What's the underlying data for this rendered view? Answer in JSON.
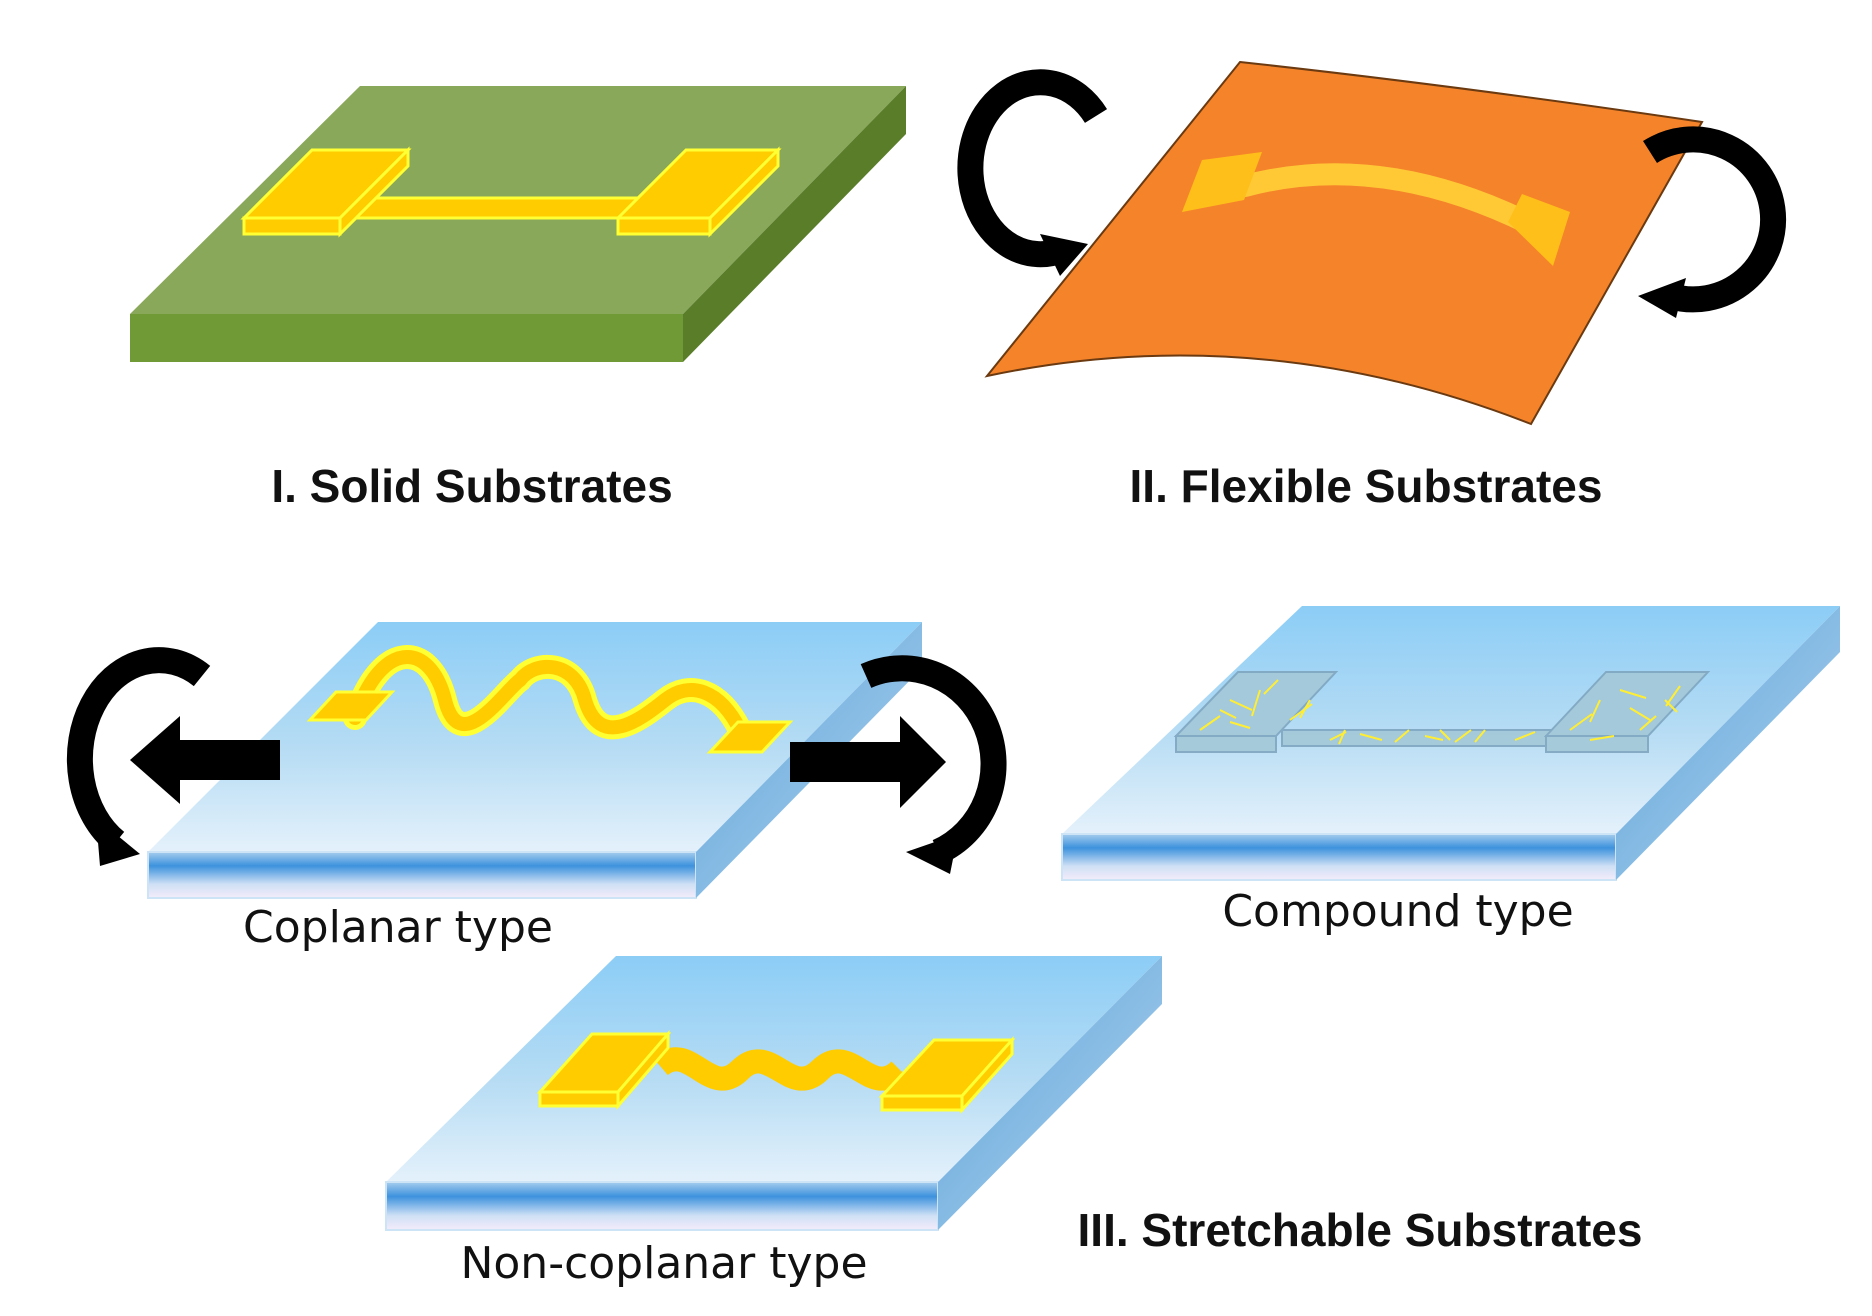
{
  "labels": {
    "solid": "I. Solid Substrates",
    "flexible": "II. Flexible Substrates",
    "stretchable": "III. Stretchable Substrates",
    "coplanar": "Coplanar  type",
    "compound": "Compound type",
    "noncoplanar": "Non-coplanar  type"
  },
  "colors": {
    "solid_top": "#8aa85a",
    "solid_front": "#6f9a35",
    "solid_side": "#5a7d2a",
    "flexible": "#f5832a",
    "conductor": "#ffcc00",
    "conductor_edge": "#ffff33",
    "stretch_top": "#9fd3f7",
    "stretch_front": "#4a9ee0",
    "arrow": "#000000"
  },
  "icons": [
    "twist-arrow-icon",
    "stretch-arrow-icon"
  ]
}
